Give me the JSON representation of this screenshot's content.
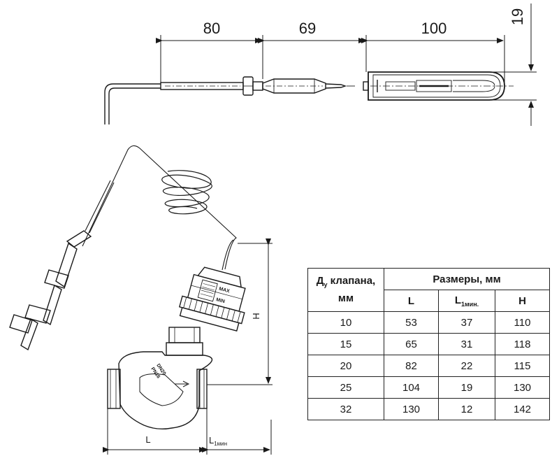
{
  "dimensions": {
    "probe_section_1": "80",
    "probe_section_2": "69",
    "pocket_length": "100",
    "pocket_diameter": "19",
    "length_label": "L",
    "l1_label": "L",
    "l1_sub": "1мин",
    "height_label": "H"
  },
  "valve_markings": {
    "line1": "DN20",
    "line2": "PN16",
    "scale_max": "MAX",
    "scale_min": "MIN"
  },
  "table": {
    "header_dn": "Д",
    "header_dn_sub": "у",
    "header_dn_rest": " клапана,",
    "header_dn_unit": "мм",
    "header_group": "Размеры, мм",
    "col_L": "L",
    "col_L1": "L",
    "col_L1_sub": "1мин.",
    "col_H": "H",
    "rows": [
      {
        "dn": "10",
        "L": "53",
        "L1": "37",
        "H": "110"
      },
      {
        "dn": "15",
        "L": "65",
        "L1": "31",
        "H": "118"
      },
      {
        "dn": "20",
        "L": "82",
        "L1": "22",
        "H": "115"
      },
      {
        "dn": "25",
        "L": "104",
        "L1": "19",
        "H": "130"
      },
      {
        "dn": "32",
        "L": "130",
        "L1": "12",
        "H": "142"
      }
    ]
  }
}
